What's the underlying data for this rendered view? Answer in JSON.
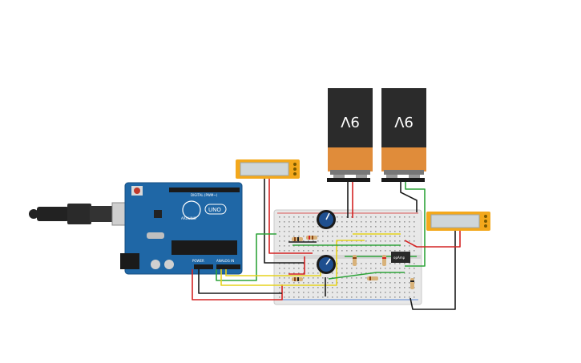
{
  "batteries": [
    {
      "label": "9V"
    },
    {
      "label": "9V"
    }
  ],
  "arduino": {
    "brand_text": "ARDUINO",
    "model_text": "UNO",
    "header_digital": "DIGITAL (PWM~)",
    "header_power": "POWER",
    "header_analog": "ANALOG IN"
  },
  "opamp": {
    "label": "opAmp"
  },
  "colors": {
    "board": "#1f67a6",
    "breadboard": "#e8e8e8",
    "lcd_frame": "#f3a81c",
    "lcd_screen": "#cfd6d9",
    "battery_top": "#2b2b2b",
    "battery_bottom": "#e08c3a",
    "wire_red": "#d42323",
    "wire_black": "#1a1a1a",
    "wire_green": "#2fa43a",
    "wire_yellow": "#e6d21d",
    "pot_knob": "#1e4f8f"
  },
  "icons": [
    "usb-cable-icon",
    "potentiometer-icon",
    "resistor-icon",
    "lcd-display-icon",
    "battery-icon",
    "ic-chip-icon"
  ]
}
